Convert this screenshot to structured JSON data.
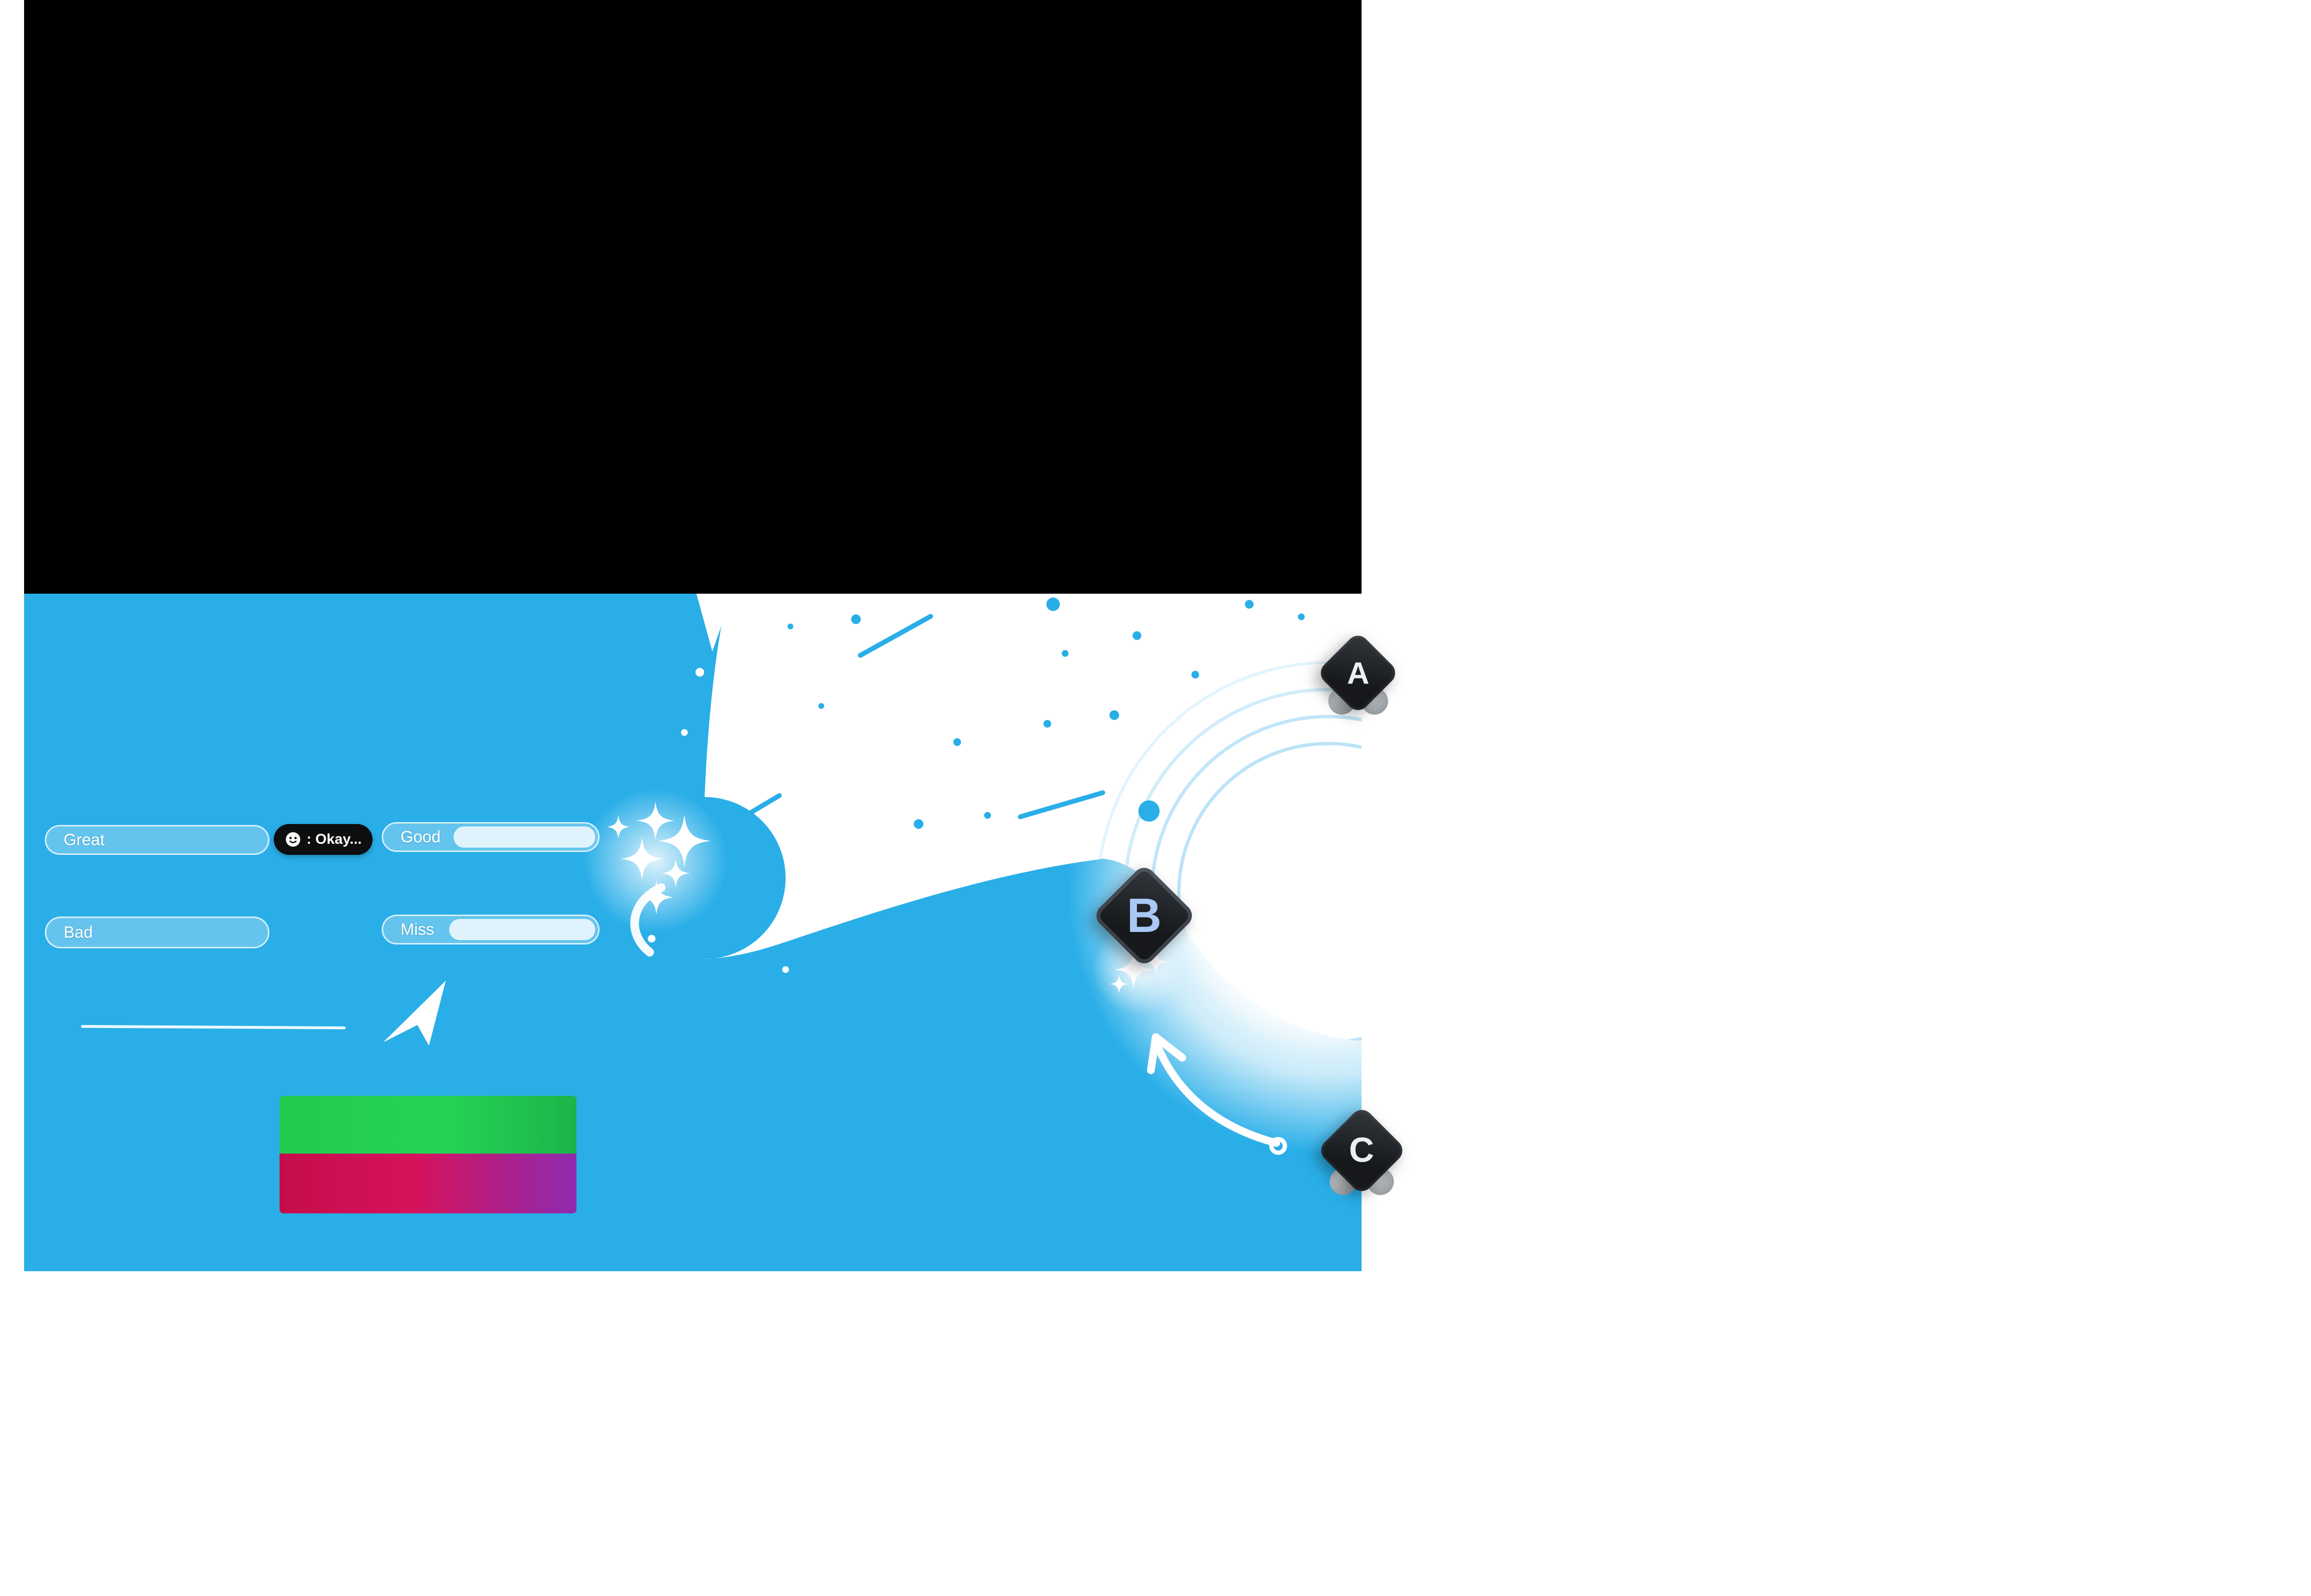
{
  "hud": {
    "judgements": [
      {
        "label": "Great",
        "fill_percent": 0
      },
      {
        "label": "Good",
        "fill_percent": 66
      },
      {
        "label": "Bad",
        "fill_percent": 0
      },
      {
        "label": "Miss",
        "fill_percent": 68
      }
    ],
    "chat_bubble": {
      "icon": "smiley-icon",
      "text": ": Okay..."
    },
    "meters": [
      {
        "name": "upper-meter",
        "colors": [
          "#22c94f",
          "#1cb44a"
        ]
      },
      {
        "name": "lower-meter",
        "colors": [
          "#c50d4c",
          "#8e2bb0"
        ]
      }
    ]
  },
  "keys": [
    {
      "label": "A"
    },
    {
      "label": "B"
    },
    {
      "label": "C"
    }
  ],
  "colors": {
    "page_background": "#ffffff",
    "cutscene_black": "#000000",
    "sky_blue": "#29aee8",
    "ring_blue": "#a6dcf6",
    "key_letter_blue": "#a9c8f4",
    "effect_white": "#ffffff"
  }
}
